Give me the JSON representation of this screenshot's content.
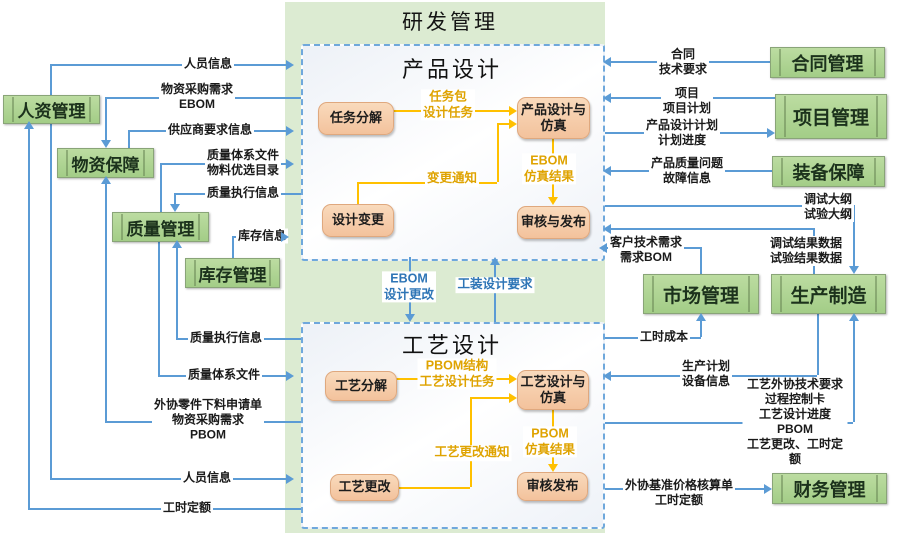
{
  "main_title": "研发管理",
  "product_design": {
    "title": "产品设计",
    "nodes": [
      "任务分解",
      "产品设计与\n仿真",
      "设计变更",
      "审核与发布"
    ],
    "flows": [
      "任务包\n设计任务",
      "变更通知",
      "EBOM\n仿真结果"
    ]
  },
  "process_design": {
    "title": "工艺设计",
    "nodes": [
      "工艺分解",
      "工艺设计与\n仿真",
      "工艺更改",
      "审核发布"
    ],
    "flows": [
      "PBOM结构\n工艺设计任务",
      "工艺更改通知",
      "PBOM\n仿真结果"
    ]
  },
  "center_flows": [
    "EBOM\n设计更改",
    "工装设计要求"
  ],
  "left_systems": [
    "人资管理",
    "物资保障",
    "质量管理",
    "库存管理"
  ],
  "right_systems": [
    "合同管理",
    "项目管理",
    "装备保障",
    "市场管理",
    "生产制造",
    "财务管理"
  ],
  "left_flows": [
    "人员信息",
    "物资采购需求\nEBOM",
    "供应商要求信息",
    "质量体系文件\n物料优选目录",
    "质量执行信息",
    "库存信息",
    "质量执行信息",
    "质量体系文件",
    "外协零件下料申请单\n物资采购需求\nPBOM",
    "人员信息",
    "工时定额"
  ],
  "right_flows": [
    "合同\n技术要求",
    "项目\n项目计划",
    "产品设计计划\n计划进度",
    "产品质量问题\n故障信息",
    "调试大纲\n试验大纲",
    "调试结果数据\n试验结果数据",
    "客户技术需求\n需求BOM",
    "工时成本",
    "生产计划\n设备信息",
    "工艺外协技术要求\n过程控制卡\n工艺设计进度\nPBOM\n工艺更改、工时定额",
    "外协基准价格核算单\n工时定额"
  ],
  "colors": {
    "panel_green": "#dcebd2",
    "system_green": "#a9d18e",
    "node_salmon": "#f5c9a8",
    "line_blue": "#5b9bd5",
    "line_gold": "#ffc000",
    "label_blue": "#2e75b6",
    "label_gold": "#dfa300"
  }
}
